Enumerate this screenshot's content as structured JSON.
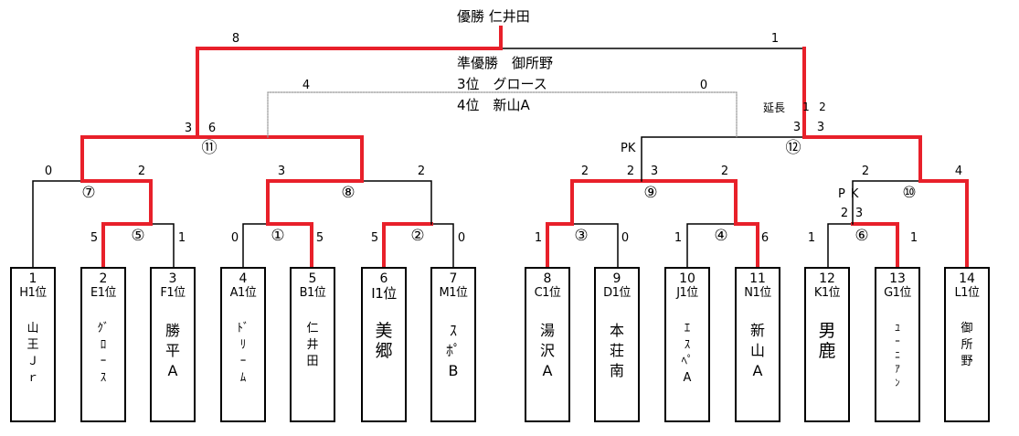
{
  "title": {
    "champion": "優勝 仁井田"
  },
  "results": {
    "runner_up": "準優勝　御所野",
    "third": "3位　グロース",
    "fourth": "4位　新山A"
  },
  "colors": {
    "winner_line": "#e8202a",
    "line": "#000000",
    "third_place_line": "#999999"
  },
  "teams": [
    {
      "num": "1",
      "rank": "H1位",
      "name": "山\n王\nＪ\nｒ"
    },
    {
      "num": "2",
      "rank": "E1位",
      "name": "ｸﾞ\nﾛ\nｰ\nｽ"
    },
    {
      "num": "3",
      "rank": "F1位",
      "name": "勝\n平\nA"
    },
    {
      "num": "4",
      "rank": "A1位",
      "name": "ﾄﾞ\nﾘ\nｰ\nﾑ"
    },
    {
      "num": "5",
      "rank": "B1位",
      "name": "仁\n井\n田"
    },
    {
      "num": "6",
      "rank": "I1位",
      "name": "美\n郷"
    },
    {
      "num": "7",
      "rank": "M1位",
      "name": "ｽ\nﾎﾟ\nB"
    },
    {
      "num": "8",
      "rank": "C1位",
      "name": "湯\n沢\nA"
    },
    {
      "num": "9",
      "rank": "D1位",
      "name": "本\n荘\n南"
    },
    {
      "num": "10",
      "rank": "J1位",
      "name": "ｴ\nｽ\nﾍﾟ\nA"
    },
    {
      "num": "11",
      "rank": "N1位",
      "name": "新\n山\nA"
    },
    {
      "num": "12",
      "rank": "K1位",
      "name": "男\n鹿"
    },
    {
      "num": "13",
      "rank": "G1位",
      "name": "ﾕ\nｰ\nﾆ\nｱ\nﾝ"
    },
    {
      "num": "14",
      "rank": "L1位",
      "name": "御\n所\n野"
    }
  ],
  "matches": {
    "m1": {
      "id": "①",
      "score_left": "0",
      "score_right": "5"
    },
    "m2": {
      "id": "②",
      "score_left": "5",
      "score_right": "0"
    },
    "m3": {
      "id": "③",
      "score_left": "1",
      "score_right": "0"
    },
    "m4": {
      "id": "④",
      "score_left": "1",
      "score_right": "6"
    },
    "m5": {
      "id": "⑤",
      "score_left": "5",
      "score_right": "1"
    },
    "m6": {
      "id": "⑥",
      "score_left": "1",
      "score_right": "1",
      "pk_label": "PK",
      "pk_left": "2",
      "pk_right": "3"
    },
    "m7": {
      "id": "⑦",
      "score_left": "0",
      "score_right": "2"
    },
    "m8": {
      "id": "⑧",
      "score_left": "3",
      "score_right": "2"
    },
    "m9": {
      "id": "⑨",
      "score_left": "2",
      "score_right": "2",
      "pk_label": "PK",
      "pk_left": "2",
      "pk_right": "3"
    },
    "m10": {
      "id": "⑩",
      "score_left": "2",
      "score_right": "4"
    },
    "m11": {
      "id": "⑪",
      "score_left": "3",
      "score_right": "6"
    },
    "m12": {
      "id": "⑫",
      "score_left": "3",
      "score_right": "3",
      "et_label": "延長",
      "et_left": "1",
      "et_right": "2"
    },
    "final": {
      "score_left": "8",
      "score_right": "1"
    },
    "third_place": {
      "score_left": "4",
      "score_right": "0"
    }
  }
}
